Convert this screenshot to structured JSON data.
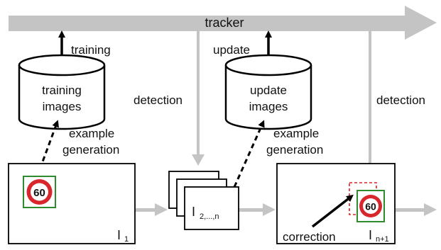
{
  "tracker": {
    "label": "tracker"
  },
  "left_db": {
    "label_line1": "training",
    "label_line2": "images",
    "out_label": "training"
  },
  "mid_db": {
    "label_line1": "update",
    "label_line2": "images",
    "out_label": "update"
  },
  "labels": {
    "detection_left": "detection",
    "detection_right": "detection",
    "example_left_line1": "example",
    "example_left_line2": "generation",
    "example_mid_line1": "example",
    "example_mid_line2": "generation",
    "correction": "correction"
  },
  "frames": {
    "first": {
      "label": "I",
      "sub": "1"
    },
    "middle": {
      "label": "I",
      "sub": "2,...,n"
    },
    "last": {
      "label": "I",
      "sub": "n+1"
    }
  },
  "sign": {
    "text": "60"
  },
  "colors": {
    "arrow_gray": "#c4c4c4",
    "sign_red": "#d8262c",
    "sign_blue": "#1f3a93",
    "box_green": "#2e8b2e",
    "dashed_red": "#e02020"
  }
}
